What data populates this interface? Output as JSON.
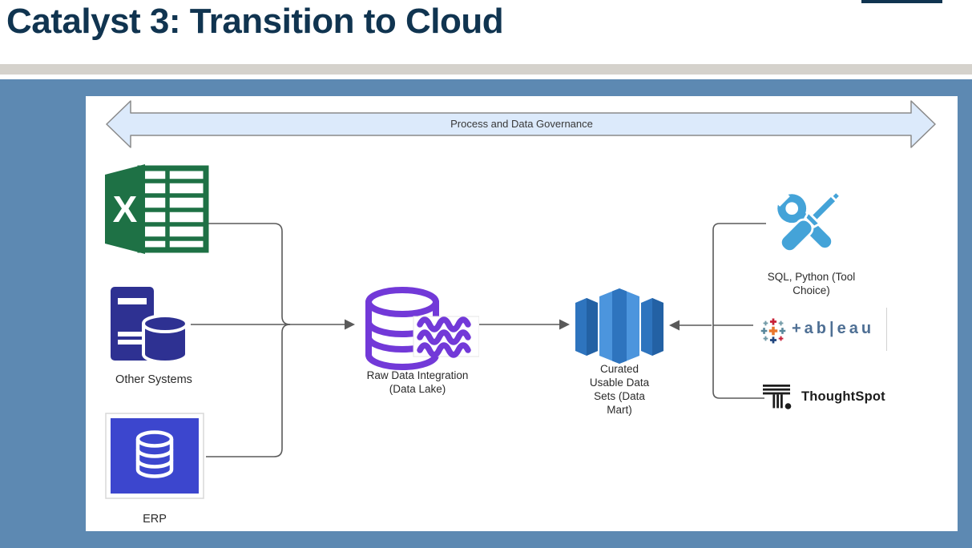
{
  "slide": {
    "title": "Catalyst 3: Transition to Cloud"
  },
  "banner": {
    "label": "Process and Data Governance"
  },
  "nodes": {
    "excel": {
      "letter": "X"
    },
    "other_systems": {
      "label": "Other Systems"
    },
    "erp": {
      "label": "ERP"
    },
    "data_lake": {
      "label_lines": [
        "Raw Data Integration",
        "(Data Lake)"
      ]
    },
    "data_mart": {
      "label_lines": [
        "Curated",
        "Usable Data",
        "Sets (Data",
        "Mart)"
      ]
    }
  },
  "tools": {
    "sql_python": {
      "label_lines": [
        "SQL, Python (Tool",
        "Choice)"
      ]
    },
    "tableau": {
      "wordmark": "+ab|eau"
    },
    "thoughtspot": {
      "wordmark": "ThoughtSpot"
    }
  },
  "colors": {
    "title_navy": "#103450",
    "bar_gray": "#D5D2CC",
    "canvas_blue": "#5D89B2",
    "panel_white": "#FFFFFF",
    "banner_fill": "#DCEAFB",
    "banner_stroke": "#8A8A8A",
    "connector": "#5A5A5A",
    "excel_green": "#1E7145",
    "systems_navy": "#2E3192",
    "erp_blue": "#3C46CE",
    "lake_purple": "#7239D8",
    "mart_blue": "#2E74BE",
    "mart_blue_dark": "#2361A4",
    "mart_blue_light": "#4C95DD",
    "tools_blue": "#44A3D8",
    "tableau_text": "#4E6F94",
    "tableau_orange": "#E8762D",
    "tableau_red": "#C72037",
    "tableau_navy": "#1F457E",
    "tableau_steel": "#59879B",
    "tableau_gray": "#7099A6",
    "thoughtspot_black": "#1D1D1D"
  }
}
